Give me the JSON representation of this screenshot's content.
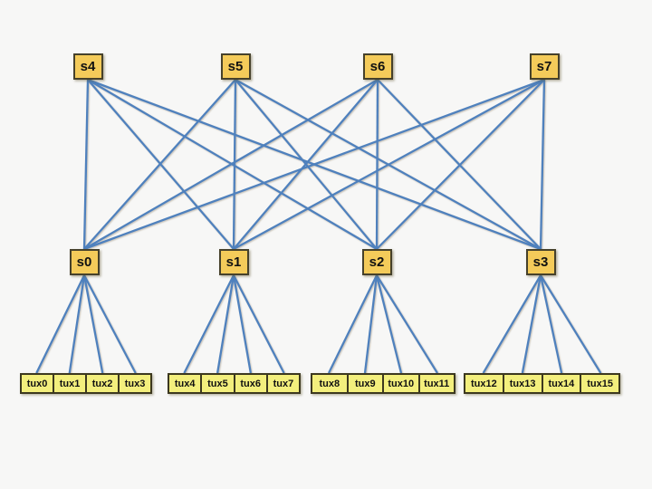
{
  "diagram": {
    "type": "network-topology",
    "description": "Two-tier switch fabric: core switches fully meshed to edge switches, each edge switch serving four tux hosts",
    "core_switches": [
      "s4",
      "s5",
      "s6",
      "s7"
    ],
    "edge_switches": [
      "s0",
      "s1",
      "s2",
      "s3"
    ],
    "host_groups": [
      {
        "edge_switch": "s0",
        "hosts": [
          "tux0",
          "tux1",
          "tux2",
          "tux3"
        ]
      },
      {
        "edge_switch": "s1",
        "hosts": [
          "tux4",
          "tux5",
          "tux6",
          "tux7"
        ]
      },
      {
        "edge_switch": "s2",
        "hosts": [
          "tux8",
          "tux9",
          "tux10",
          "tux11"
        ]
      },
      {
        "edge_switch": "s3",
        "hosts": [
          "tux12",
          "tux13",
          "tux14",
          "tux15"
        ]
      }
    ],
    "core_edge_links": [
      [
        "s4",
        "s0"
      ],
      [
        "s4",
        "s1"
      ],
      [
        "s4",
        "s2"
      ],
      [
        "s4",
        "s3"
      ],
      [
        "s5",
        "s0"
      ],
      [
        "s5",
        "s1"
      ],
      [
        "s5",
        "s2"
      ],
      [
        "s5",
        "s3"
      ],
      [
        "s6",
        "s0"
      ],
      [
        "s6",
        "s1"
      ],
      [
        "s6",
        "s2"
      ],
      [
        "s6",
        "s3"
      ],
      [
        "s7",
        "s0"
      ],
      [
        "s7",
        "s1"
      ],
      [
        "s7",
        "s2"
      ],
      [
        "s7",
        "s3"
      ]
    ],
    "colors": {
      "background": "#F7F7F6",
      "switch_fill": "#F4CB5A",
      "switch_border": "#46412B",
      "host_fill": "#F3EF7D",
      "host_border": "#3C381F",
      "link": "#4F81BD",
      "label": "#111111"
    }
  }
}
